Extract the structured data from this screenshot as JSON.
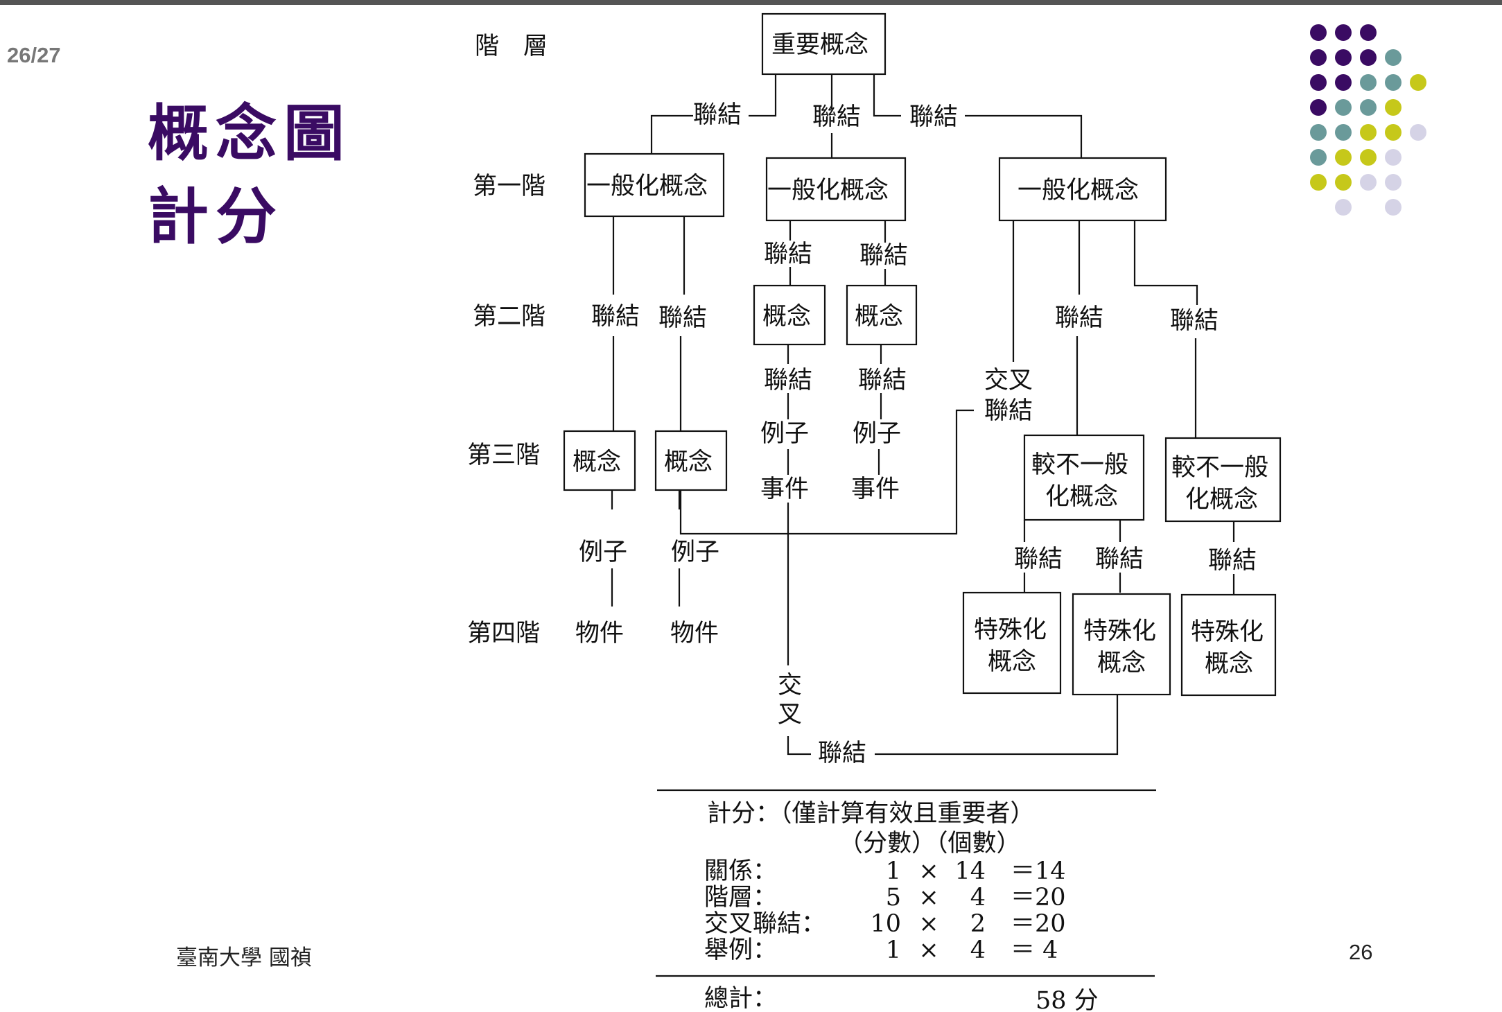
{
  "page_counter": "26/27",
  "title": {
    "line1": "概念圖",
    "line2": "計分"
  },
  "footer": {
    "left": "臺南大學 國禎",
    "right": "26"
  },
  "levels": {
    "header": "階　層",
    "first": "第一階",
    "second": "第二階",
    "third": "第三階",
    "fourth": "第四階"
  },
  "nodes": {
    "important": "重要概念",
    "general": "一般化概念",
    "concept": "概念",
    "less_general_l1": "較不一般",
    "less_general_l2": "化概念",
    "specific_l1": "特殊化",
    "specific_l2": "概念"
  },
  "links": {
    "link": "聯結",
    "cross_link": "交叉聯結",
    "cross_l1": "交叉",
    "cross_l2": "聯結",
    "cross_char1": "交",
    "cross_char2": "叉",
    "example": "例子",
    "event": "事件",
    "object": "物件"
  },
  "scoring": {
    "header": "計分：（僅計算有效且重要者）",
    "subheader": "（分數）（個數）",
    "rows": [
      {
        "label": "關係：",
        "score": "1",
        "times": "×",
        "count": "14",
        "result": "＝14"
      },
      {
        "label": "階層：",
        "score": "5",
        "times": "×",
        "count": "4",
        "result": "＝20"
      },
      {
        "label": "交叉聯結：",
        "score": "10",
        "times": "×",
        "count": "2",
        "result": "＝20"
      },
      {
        "label": "舉例：",
        "score": "1",
        "times": "×",
        "count": "4",
        "result": "＝ 4"
      }
    ],
    "total_label": "總計：",
    "total_value": "58 分"
  },
  "colors": {
    "title": "#3a0b63",
    "dot_purple": "#3a0b63",
    "dot_teal": "#6a9a9a",
    "dot_yellow": "#c6c81a",
    "dot_lavender": "#d5d3e6"
  }
}
